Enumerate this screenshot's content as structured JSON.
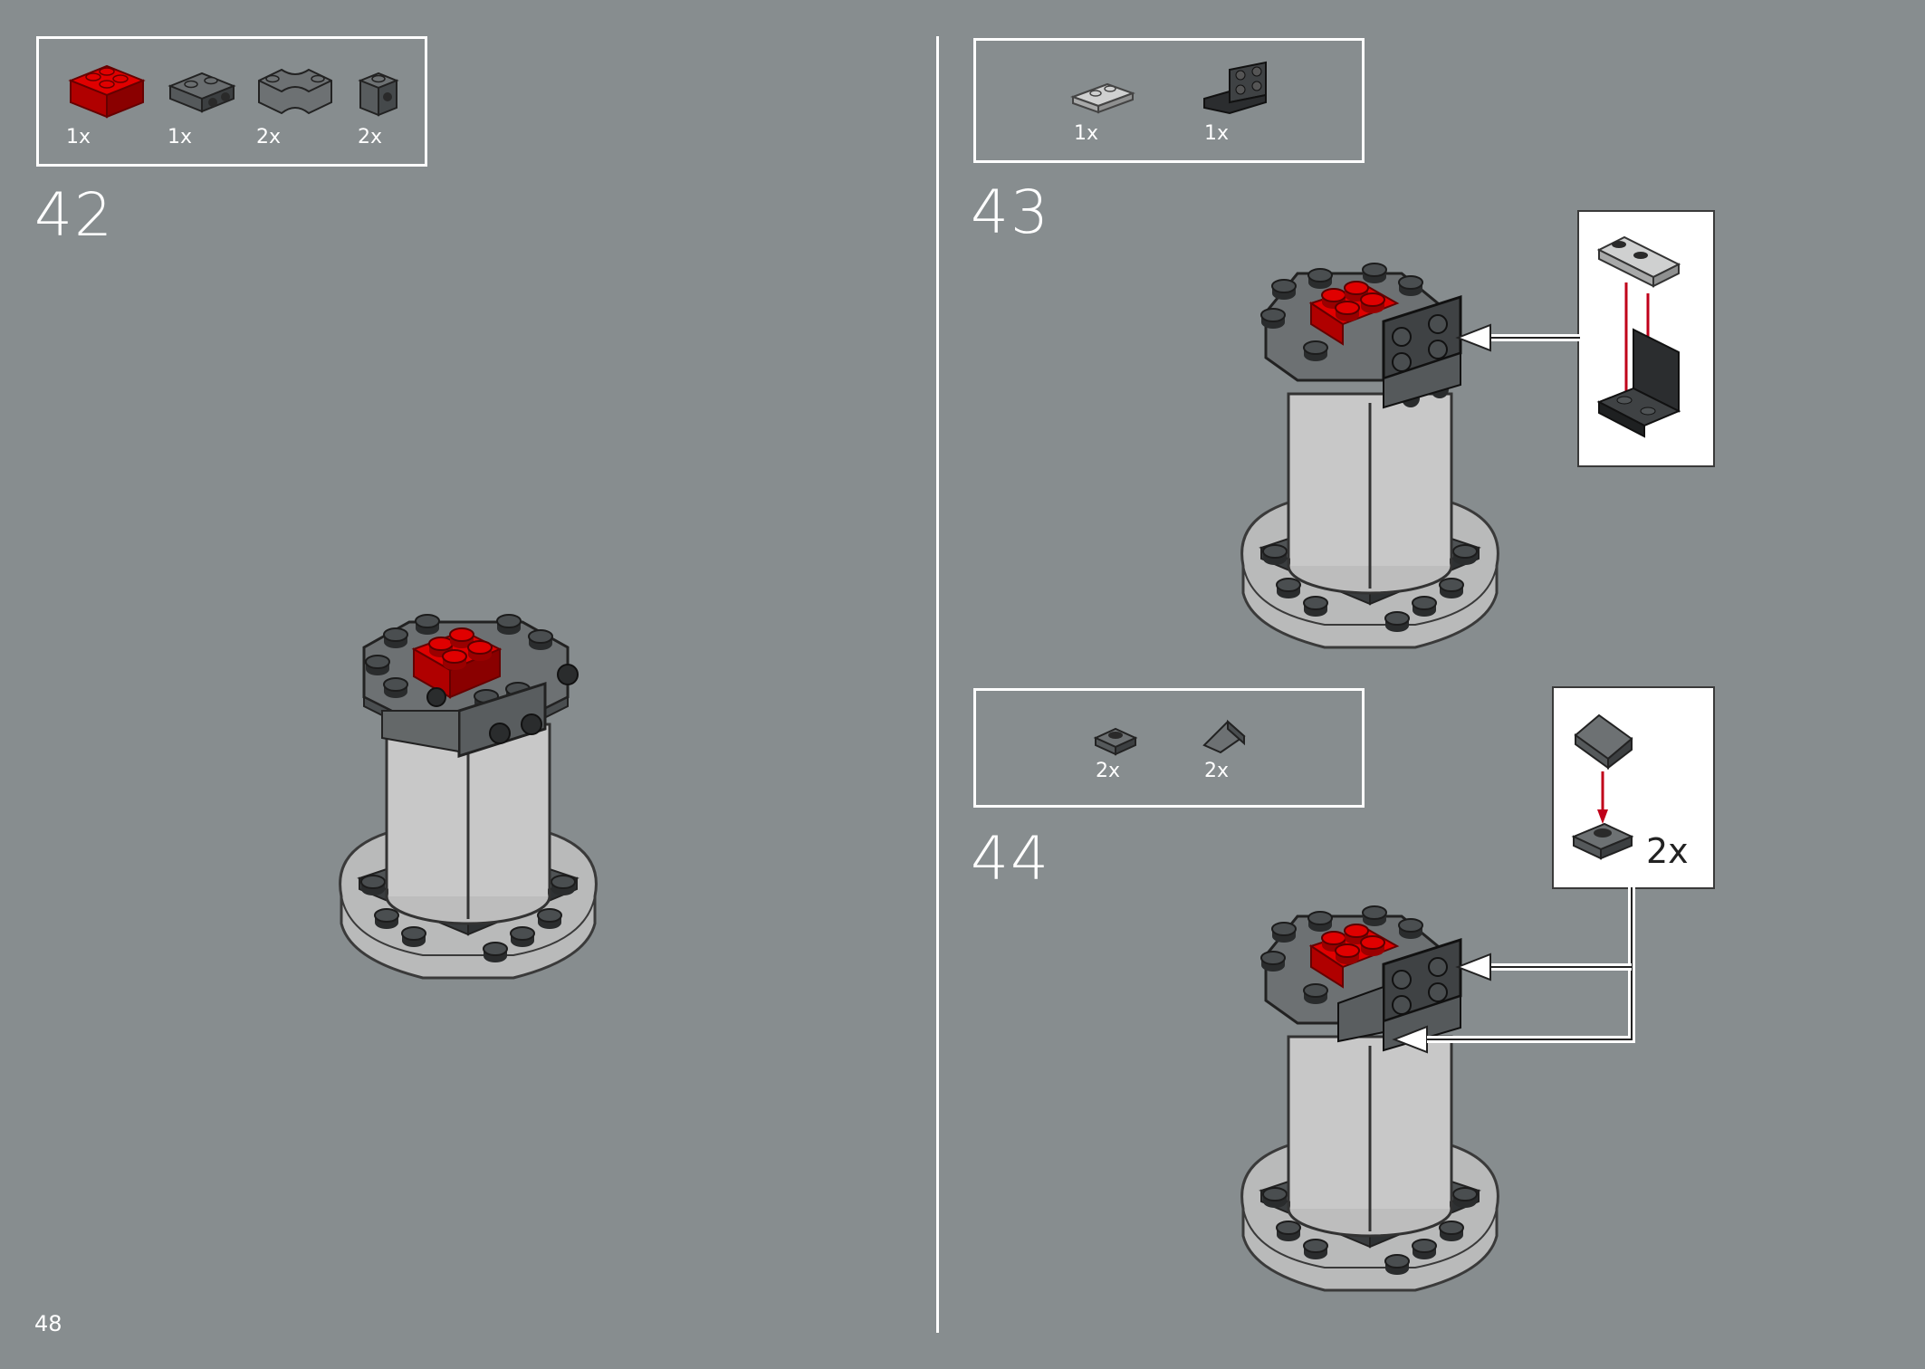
{
  "page": {
    "number": "48"
  },
  "colors": {
    "background": "#878d8f",
    "brick_red": "#d90000",
    "dark_grey": "#555a5c",
    "light_grey": "#bfc0c0",
    "white": "#ffffff"
  },
  "steps": [
    {
      "number": "42",
      "parts": [
        {
          "icon": "red-2x2-brick-icon",
          "qty": "1x"
        },
        {
          "icon": "dark-grey-bracket-plate-icon",
          "qty": "1x"
        },
        {
          "icon": "dark-grey-macaroni-brick-icon",
          "qty": "2x"
        },
        {
          "icon": "dark-grey-1x1-stud-brick-icon",
          "qty": "2x"
        }
      ]
    },
    {
      "number": "43",
      "parts": [
        {
          "icon": "light-grey-1x2-plate-icon",
          "qty": "1x"
        },
        {
          "icon": "black-2x2-bracket-icon",
          "qty": "1x"
        }
      ],
      "callout": {
        "icon": "plate-onto-bracket-icon"
      }
    },
    {
      "number": "44",
      "parts": [
        {
          "icon": "dark-grey-1x1-round-plate-icon",
          "qty": "2x"
        },
        {
          "icon": "dark-grey-1x1-slope-icon",
          "qty": "2x"
        }
      ],
      "callout": {
        "icon": "slope-onto-plate-icon",
        "qty": "2x"
      }
    }
  ]
}
